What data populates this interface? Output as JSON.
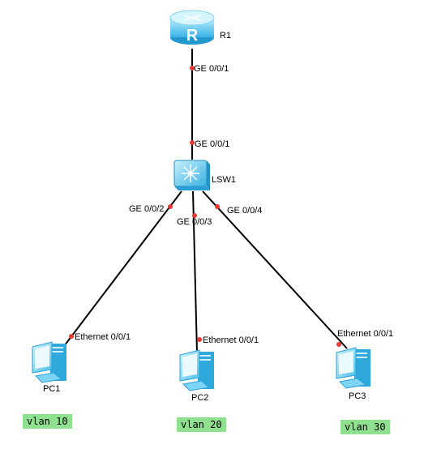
{
  "devices": {
    "router": {
      "name": "R1"
    },
    "switch": {
      "name": "LSW1"
    },
    "pc1": {
      "name": "PC1"
    },
    "pc2": {
      "name": "PC2"
    },
    "pc3": {
      "name": "PC3"
    }
  },
  "links": [
    {
      "a_port": "GE 0/0/1",
      "b_port": "GE 0/0/1"
    },
    {
      "a_port": "GE 0/0/2",
      "b_port": "Ethernet 0/0/1"
    },
    {
      "a_port": "GE 0/0/3",
      "b_port": "Ethernet 0/0/1"
    },
    {
      "a_port": "GE 0/0/4",
      "b_port": "Ethernet 0/0/1"
    }
  ],
  "vlans": [
    "vlan 10",
    "vlan 20",
    "vlan 30"
  ],
  "colors": {
    "link": "#000000",
    "port_dot": "#e8382f",
    "device_blue": "#5bc8f0",
    "vlan_bg": "#8fe08f"
  }
}
